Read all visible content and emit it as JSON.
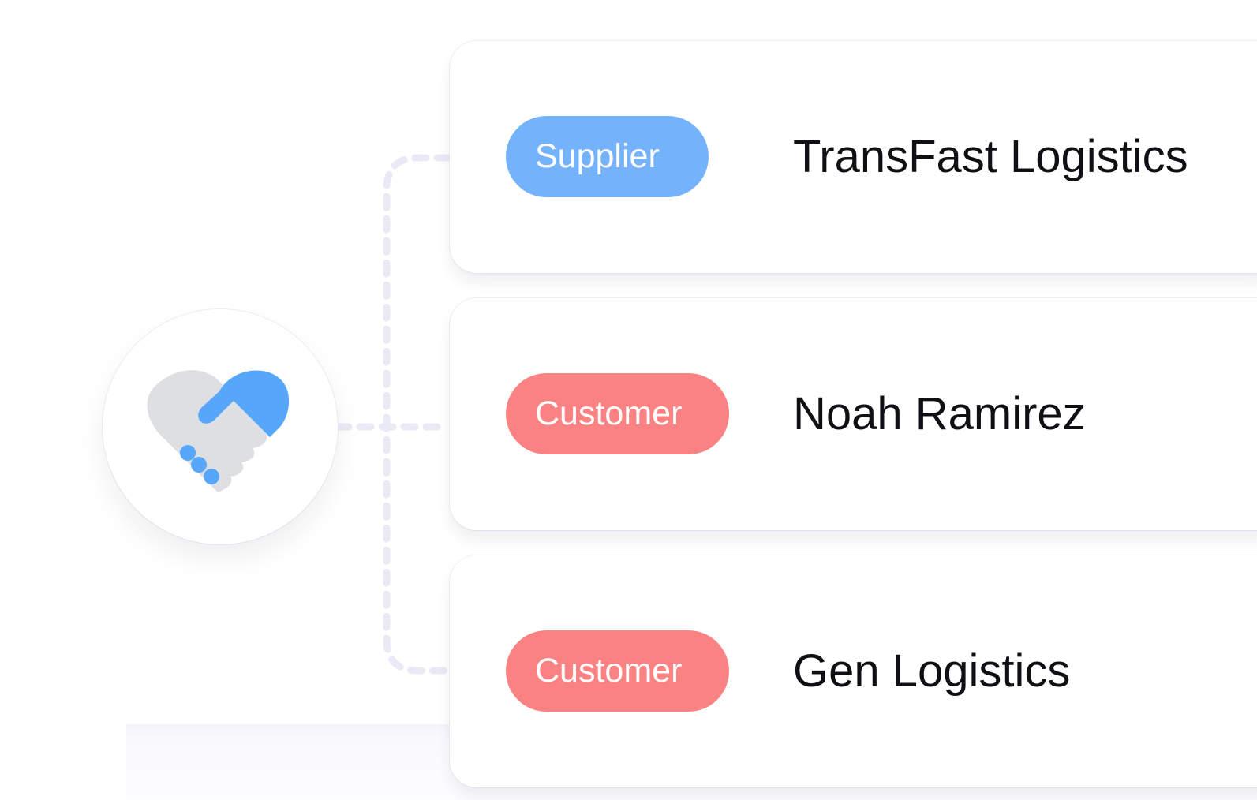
{
  "hub": {
    "icon": "handshake-heart-icon",
    "colors": {
      "primary": "#56a6fa",
      "secondary": "#dedfe3"
    }
  },
  "contacts": [
    {
      "role": "Supplier",
      "name": "TransFast Logistics",
      "badge_color": "#74b3fb"
    },
    {
      "role": "Customer",
      "name": "Noah Ramirez",
      "badge_color": "#fb8282"
    },
    {
      "role": "Customer",
      "name": "Gen Logistics",
      "badge_color": "#fb8282"
    }
  ]
}
